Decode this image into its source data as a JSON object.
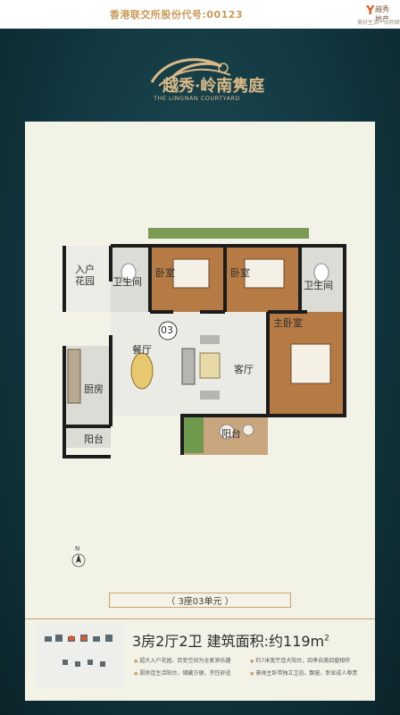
{
  "header": {
    "stock_code": "香港联交所股份代号:00123",
    "brand_mark": "Y",
    "brand_name": "越秀地产",
    "brand_sub": "美好生活 · 共同缔造"
  },
  "project": {
    "name": "越秀·岭南隽庭",
    "english_name": "THE LINGNAN COURTYARD"
  },
  "floor_plan": {
    "unit_number": "03",
    "rooms": {
      "entry_garden": "入户\n花园",
      "bathroom_left": "卫生间",
      "bedroom_1": "卧室",
      "bedroom_2": "卧室",
      "bathroom_right": "卫生间",
      "master_bedroom": "主卧室",
      "dining": "餐厅",
      "living": "客厅",
      "kitchen": "厨房",
      "balcony_kitchen": "阳台",
      "balcony_living": "阳台"
    },
    "compass": "N"
  },
  "unit_info": {
    "label": "（ 3座03单元 ）",
    "summary_main": "3房2厅2卫  建筑面积:约119m",
    "summary_sup": "2",
    "features": [
      "超大入户花园，百变空间为全家添乐趣",
      "约7米宽厅连大阳台，四季自美四窗相伴",
      "厨房连生活阳台，储藏方便，烹饪舒适",
      "豪阔主卧带独立卫浴，飘窗，彰显成人尊贵"
    ]
  },
  "colors": {
    "background": "#123740",
    "gold": "#c7a26b",
    "card": "#f3f2e7",
    "wall": "#1c1c1c",
    "wood_floor": "#b67a44",
    "tile": "#dcdcd6"
  }
}
